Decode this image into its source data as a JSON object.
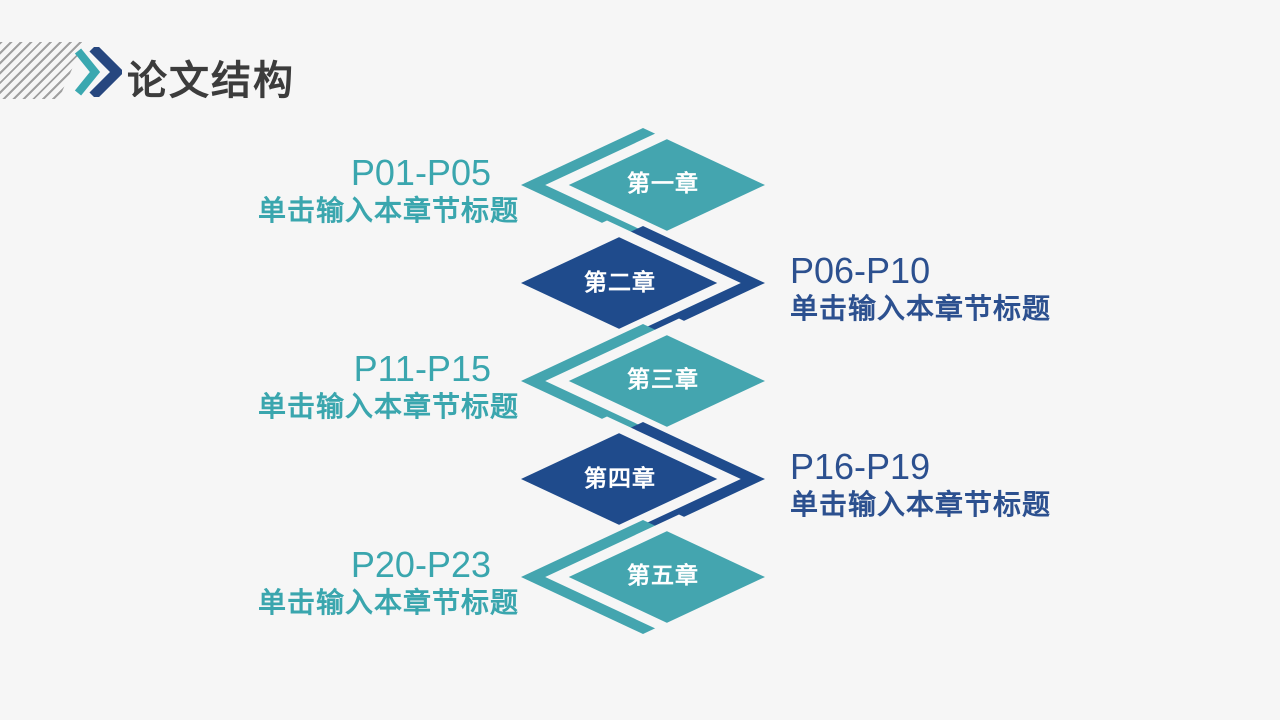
{
  "slide": {
    "title": "论文结构"
  },
  "colors": {
    "bg": "#f6f6f6",
    "teal": "#44a5af",
    "navy": "#1f4b8c",
    "teal_text": "#3aa6ae",
    "navy_text": "#2c508f",
    "title_text": "#3c3c3c",
    "stripe": "#a0a0a0",
    "chevron_teal": "#3aa8b0",
    "chevron_navy": "#27477f"
  },
  "chapters": [
    {
      "label": "第一章",
      "pages": "P01-P05",
      "subtitle": "单击输入本章节标题",
      "side": "left",
      "theme": "teal"
    },
    {
      "label": "第二章",
      "pages": "P06-P10",
      "subtitle": "单击输入本章节标题",
      "side": "right",
      "theme": "navy"
    },
    {
      "label": "第三章",
      "pages": "P11-P15",
      "subtitle": "单击输入本章节标题",
      "side": "left",
      "theme": "teal"
    },
    {
      "label": "第四章",
      "pages": "P16-P19",
      "subtitle": "单击输入本章节标题",
      "side": "right",
      "theme": "navy"
    },
    {
      "label": "第五章",
      "pages": "P20-P23",
      "subtitle": "单击输入本章节标题",
      "side": "left",
      "theme": "teal"
    }
  ]
}
